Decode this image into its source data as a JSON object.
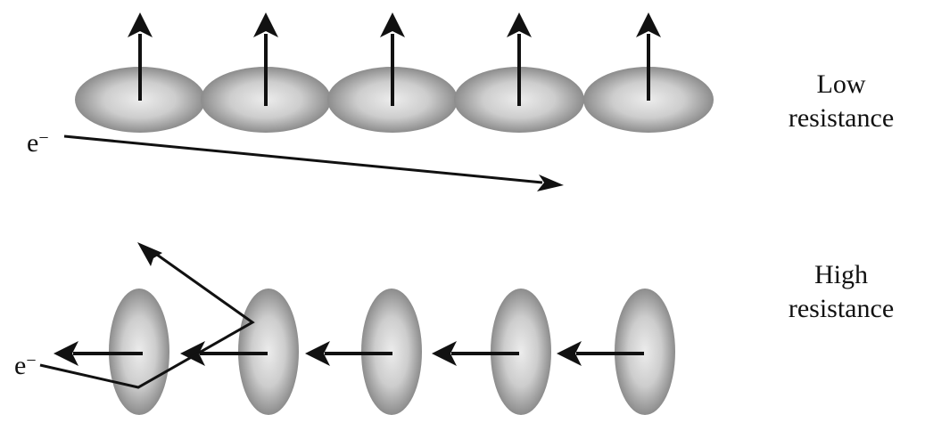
{
  "labels": {
    "low_line1": "Low",
    "low_line2": "resistance",
    "high_line1": "High",
    "high_line2": "resistance",
    "electron_symbol": "e",
    "electron_charge": "−"
  },
  "colors": {
    "ink": "#111111",
    "ellipse_center": "#ececec",
    "ellipse_edge": "#8a8a8a"
  },
  "rows": {
    "low": {
      "moment_count": 5,
      "moment_orientation": "up",
      "electron_path": "straight"
    },
    "high": {
      "moment_count": 5,
      "moment_orientation": "left",
      "electron_path": "scattered"
    }
  }
}
